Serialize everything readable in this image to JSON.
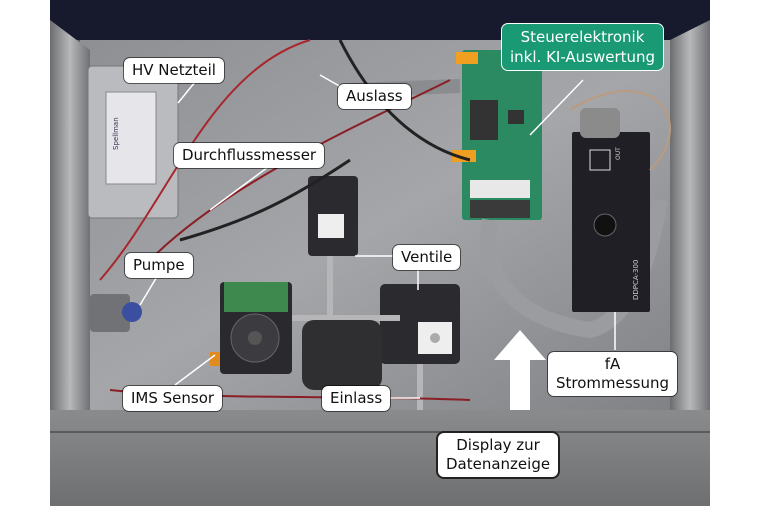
{
  "image": {
    "description": "Opened instrument housing with labeled internal components",
    "accent_color": "#1a9a74"
  },
  "labels": {
    "hv_netzteil": "HV Netzteil",
    "steuerelektronik_line1": "Steuerelektronik",
    "steuerelektronik_line2": "inkl. KI-Auswertung",
    "auslass": "Auslass",
    "durchflussmesser": "Durchflussmesser",
    "pumpe": "Pumpe",
    "ventile": "Ventile",
    "ims_sensor": "IMS Sensor",
    "einlass": "Einlass",
    "fa_line1": "fA",
    "fa_line2": "Strommessung",
    "display_line1": "Display zur",
    "display_line2": "Datenanzeige"
  },
  "device_text": {
    "power_supply_brand": "Spellman",
    "amplifier_model": "DDPCA-300",
    "amplifier_out": "OUT"
  }
}
